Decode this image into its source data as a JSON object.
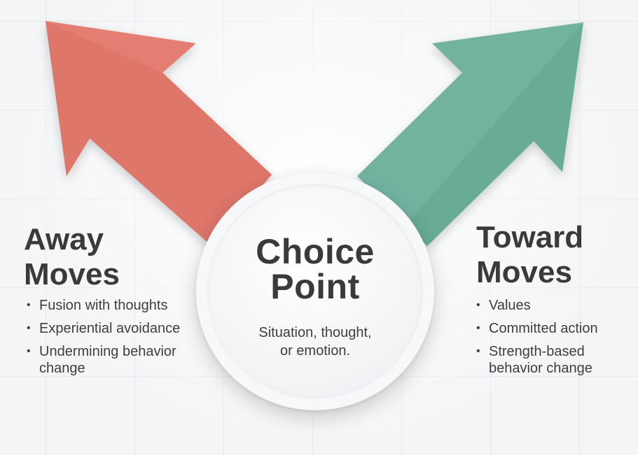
{
  "colors": {
    "away_arrow": "#e57e72",
    "toward_arrow": "#72b3a0",
    "text": "#3a3a3c"
  },
  "center": {
    "title_line1": "Choice",
    "title_line2": "Point",
    "subtitle_line1": "Situation, thought,",
    "subtitle_line2": "or emotion."
  },
  "away": {
    "title_line1": "Away",
    "title_line2": "Moves",
    "items": [
      "Fusion with thoughts",
      "Experiential avoidance",
      "Undermining behavior change"
    ]
  },
  "toward": {
    "title_line1": "Toward",
    "title_line2": "Moves",
    "items": [
      "Values",
      "Committed action",
      "Strength-based behavior change"
    ]
  }
}
